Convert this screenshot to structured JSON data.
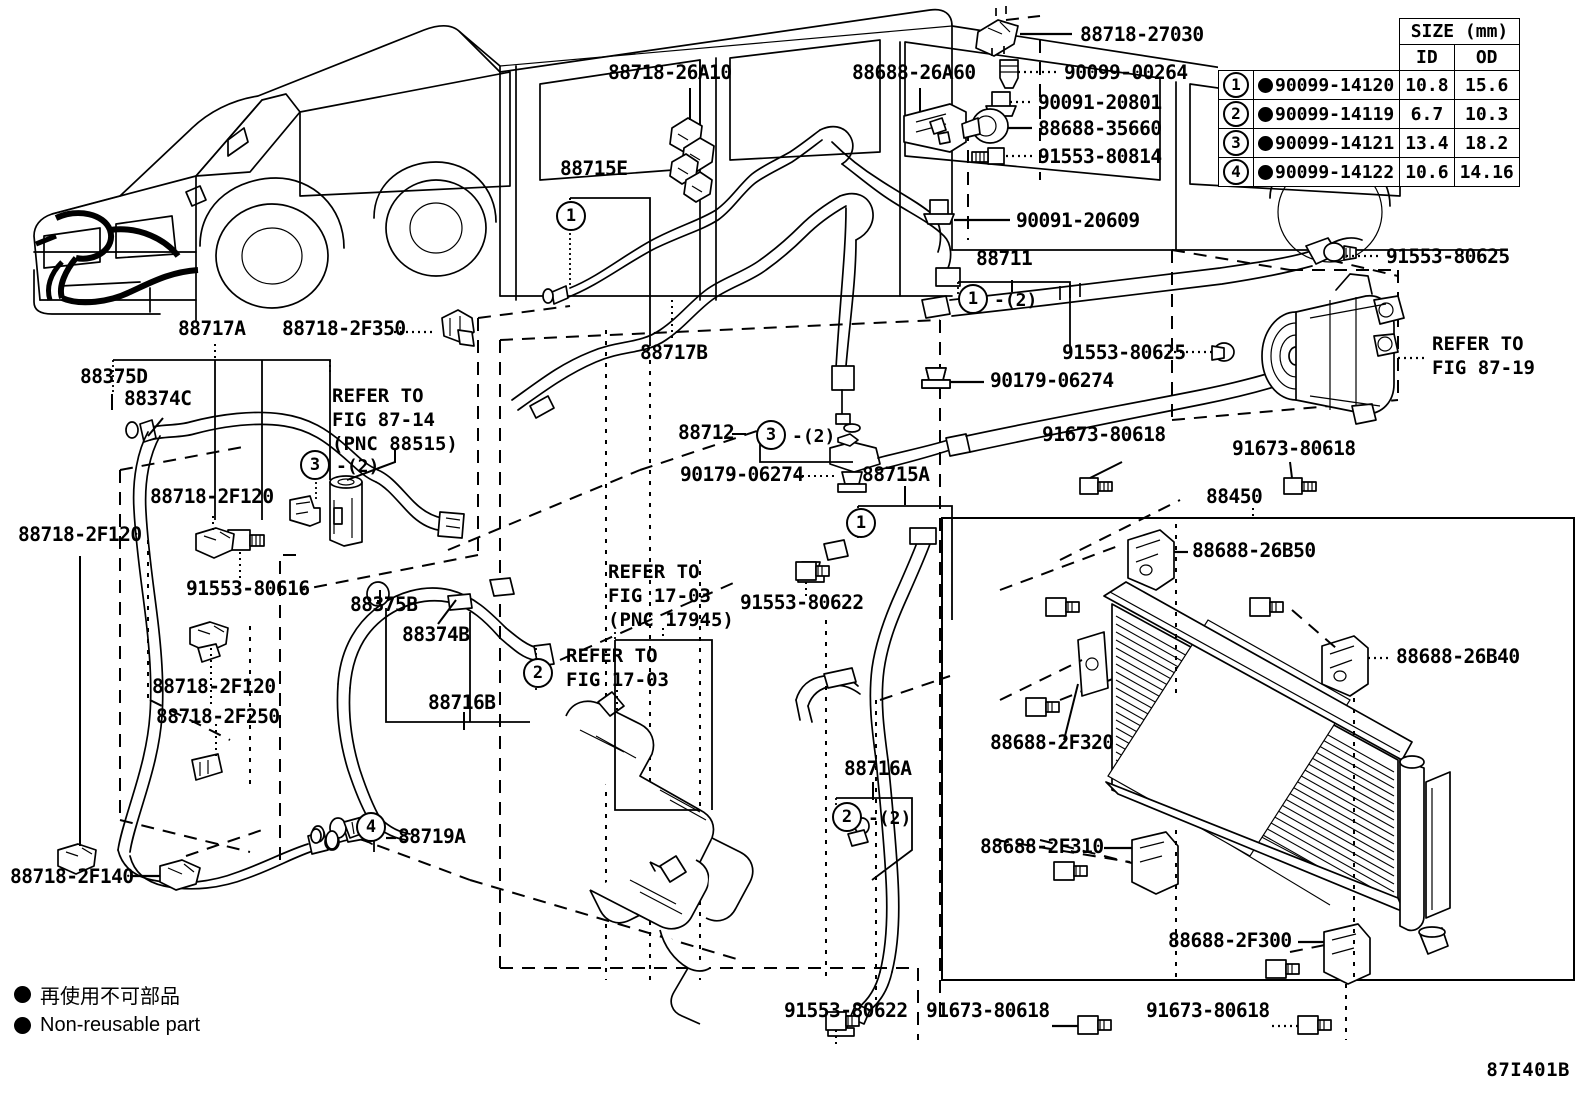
{
  "diagram": {
    "code": "87I401B",
    "vehicle_label": "88717A",
    "legend": {
      "japanese": "再使用不可部品",
      "english": "Non-reusable part"
    }
  },
  "size_table": {
    "header_main": "SIZE (mm)",
    "col_id": "ID",
    "col_od": "OD",
    "rows": [
      {
        "index": "1",
        "part": "90099-14120",
        "id": "10.8",
        "od": "15.6"
      },
      {
        "index": "2",
        "part": "90099-14119",
        "id": "6.7",
        "od": "10.3"
      },
      {
        "index": "3",
        "part": "90099-14121",
        "id": "13.4",
        "od": "18.2"
      },
      {
        "index": "4",
        "part": "90099-14122",
        "id": "10.6",
        "od": "14.16"
      }
    ]
  },
  "labels": {
    "l_88717A": "88717A",
    "l_88718_2F350": "88718-2F350",
    "l_88718_26A10": "88718-26A10",
    "l_88715E": "88715E",
    "l_88688_26A60": "88688-26A60",
    "l_88718_27030": "88718-27030",
    "l_90099_00264": "90099-00264",
    "l_90091_20801": "90091-20801",
    "l_88688_35660": "88688-35660",
    "l_91553_80814": "91553-80814",
    "l_90091_20609": "90091-20609",
    "l_88711": "88711",
    "l_91553_80625_top": "91553-80625",
    "l_91553_80625_mid": "91553-80625",
    "l_90179_06274_right": "90179-06274",
    "l_refer_87_19_a": "REFER TO",
    "l_refer_87_19_b": "FIG 87-19",
    "l_88717B": "88717B",
    "l_88712": "88712",
    "l_90179_06274_left": "90179-06274",
    "l_88715A": "88715A",
    "l_91673_80618_a": "91673-80618",
    "l_91673_80618_b": "91673-80618",
    "l_88450": "88450",
    "l_88375D": "88375D",
    "l_88374C": "88374C",
    "l_refer_87_14_a": "REFER TO",
    "l_refer_87_14_b": "FIG 87-14",
    "l_refer_87_14_c": "(PNC 88515)",
    "l_88718_2F120_a": "88718-2F120",
    "l_88718_2F120_b": "88718-2F120",
    "l_88718_2F120_c": "88718-2F120",
    "l_91553_80616": "91553-80616",
    "l_88718_2F250": "88718-2F250",
    "l_88718_2F140": "88718-2F140",
    "l_88375B": "88375B",
    "l_88374B": "88374B",
    "l_88716B": "88716B",
    "l_88719A": "88719A",
    "l_refer_17_03_a": "REFER TO",
    "l_refer_17_03_b": "FIG 17-03",
    "l_refer_17_03_c": "(PNC 17945)",
    "l_refer_17_03_d": "REFER TO",
    "l_refer_17_03_e": "FIG 17-03",
    "l_91553_80622_up": "91553-80622",
    "l_88716A": "88716A",
    "l_91553_80622_bottom": "91553-80622",
    "l_88688_26B50": "88688-26B50",
    "l_88688_26B40": "88688-26B40",
    "l_88688_2F320": "88688-2F320",
    "l_88688_2F310": "88688-2F310",
    "l_88688_2F300": "88688-2F300",
    "l_91673_80618_bot1": "91673-80618",
    "l_91673_80618_bot2": "91673-80618"
  },
  "callout_indices": {
    "c_88715E": "1",
    "c_88711": "1",
    "c_88711_qty": "-(2)",
    "c_88712": "3",
    "c_88712_qty": "-(2)",
    "c_88715A": "1",
    "c_87_14": "3",
    "c_87_14_qty": "-(2)",
    "c_88716B": "2",
    "c_88719A": "4",
    "c_88716A": "2",
    "c_88716A_qty": "-(2)"
  }
}
